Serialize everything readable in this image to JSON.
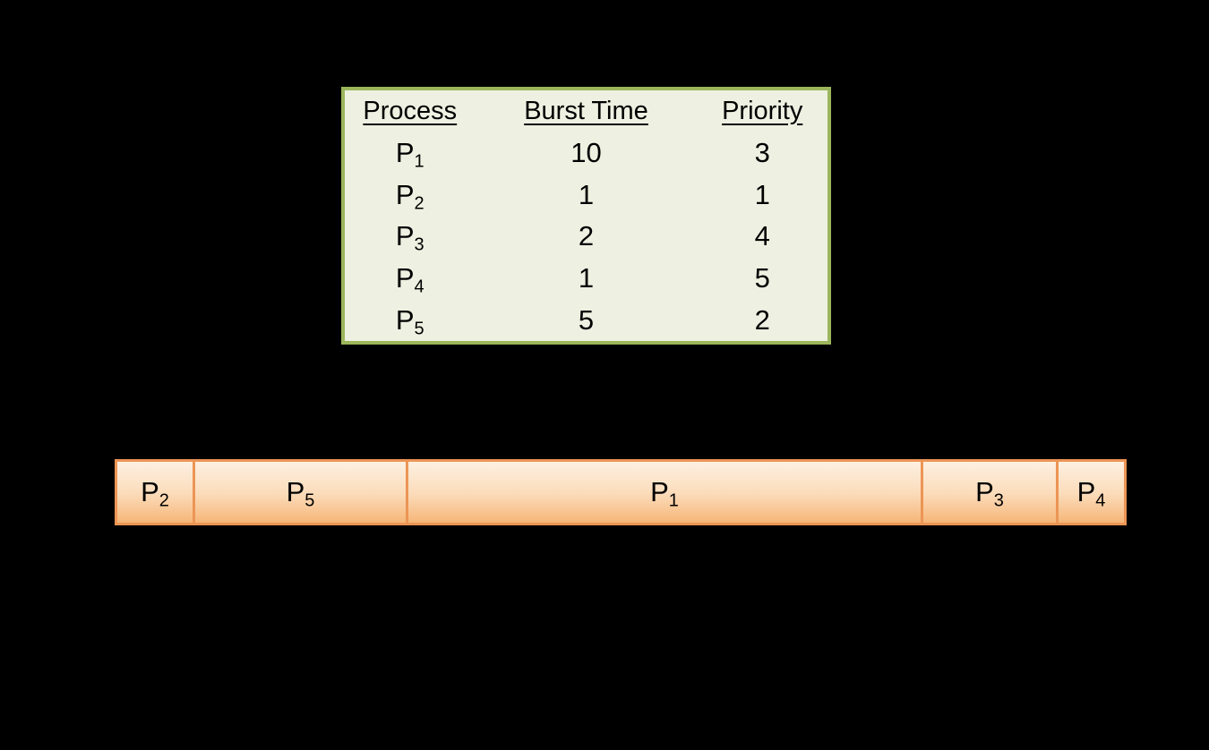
{
  "slide": {
    "background_color": "#000000"
  },
  "process_table": {
    "fill_color": "#eef0e1",
    "border_color": "#9cb65c",
    "headers": [
      "Process",
      "Burst Time",
      "Priority"
    ],
    "rows": [
      {
        "process_base": "P",
        "process_sub": "1",
        "burst_time": "10",
        "priority": "3"
      },
      {
        "process_base": "P",
        "process_sub": "2",
        "burst_time": "1",
        "priority": "1"
      },
      {
        "process_base": "P",
        "process_sub": "3",
        "burst_time": "2",
        "priority": "4"
      },
      {
        "process_base": "P",
        "process_sub": "4",
        "burst_time": "1",
        "priority": "5"
      },
      {
        "process_base": "P",
        "process_sub": "5",
        "burst_time": "5",
        "priority": "2"
      }
    ]
  },
  "gantt_chart": {
    "border_color": "#ec9555",
    "fill_gradient_top": "#fdf0e2",
    "fill_gradient_bottom": "#f6b678",
    "cells": [
      {
        "base": "P",
        "sub": "2"
      },
      {
        "base": "P",
        "sub": "5"
      },
      {
        "base": "P",
        "sub": "1"
      },
      {
        "base": "P",
        "sub": "3"
      },
      {
        "base": "P",
        "sub": "4"
      }
    ]
  }
}
